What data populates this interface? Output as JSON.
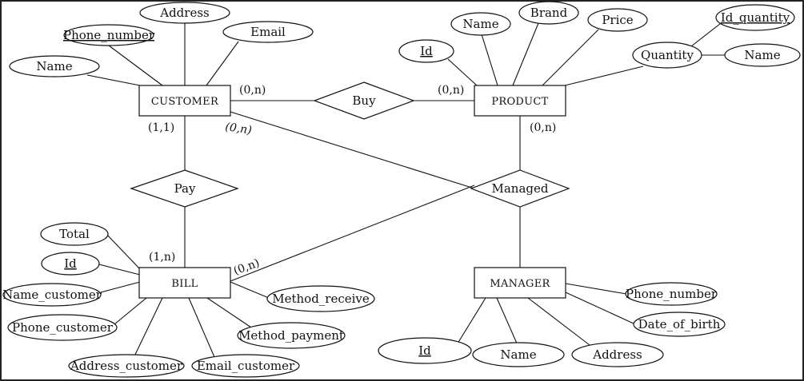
{
  "entities": {
    "customer": "CUSTOMER",
    "product": "PRODUCT",
    "bill": "BILL",
    "manager": "MANAGER"
  },
  "relationships": {
    "buy": "Buy",
    "pay": "Pay",
    "managed": "Managed"
  },
  "attributes": {
    "customer": {
      "address": "Address",
      "phone_number": "Phone_number",
      "email": "Email",
      "name": "Name"
    },
    "product": {
      "id": "Id",
      "name": "Name",
      "brand": "Brand",
      "price": "Price",
      "quantity": "Quantity",
      "id_quantity": "Id_quantity",
      "quantity_name": "Name"
    },
    "bill": {
      "total": "Total",
      "id": "Id",
      "name_customer": "Name_customer",
      "phone_customer": "Phone_customer",
      "address_customer": "Address_customer",
      "email_customer": "Email_customer",
      "method_payment": "Method_payment",
      "method_receive": "Method_receive"
    },
    "manager": {
      "phone_number": "Phone_number",
      "date_of_birth": "Date_of_birth",
      "id": "Id",
      "name": "Name",
      "address": "Address"
    }
  },
  "cardinalities": {
    "customer_buy": "(0,n)",
    "product_buy": "(0,n)",
    "customer_pay": "(1,1)",
    "customer_managed": "(0,n)",
    "product_managed": "(0,n)",
    "bill_pay": "(1,n)",
    "bill_managed": "(0,n)"
  }
}
